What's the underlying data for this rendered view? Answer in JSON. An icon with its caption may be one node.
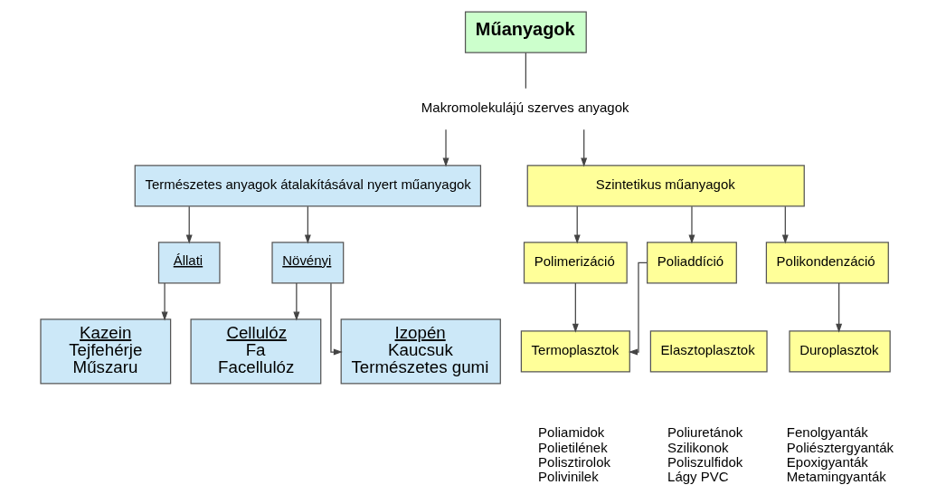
{
  "diagram": {
    "nodes": [
      {
        "text": [
          "Műanyagok"
        ]
      },
      {
        "text": [
          "Makromolekulájú szerves anyagok"
        ]
      },
      {
        "text": [
          "Természetes anyagok átalakításával nyert műanyagok"
        ]
      },
      {
        "text": [
          "Szintetikus műanyagok"
        ]
      },
      {
        "text": [
          "Állati"
        ]
      },
      {
        "text": [
          "Növényi"
        ]
      },
      {
        "text": [
          "Polimerizáció"
        ]
      },
      {
        "text": [
          "Poliaddíció"
        ]
      },
      {
        "text": [
          "Polikondenzáció"
        ]
      },
      {
        "text": [
          "Kazein",
          "Tejfehérje",
          "Műszaru"
        ]
      },
      {
        "text": [
          "Cellulóz",
          "Fa",
          "Facellulóz"
        ]
      },
      {
        "text": [
          "Izopén",
          "Kaucsuk",
          "Természetes gumi"
        ]
      },
      {
        "text": [
          "Termoplasztok"
        ],
        "beside": [
          "Poliamidok",
          "Polietilének",
          "Polisztirolok",
          "Polivinilek"
        ]
      },
      {
        "text": [
          "Elasztoplasztok"
        ],
        "beside": [
          "Poliuretánok",
          "Szilikonok",
          "Poliszulfidok",
          "Lágy PVC"
        ]
      },
      {
        "text": [
          "Duroplasztok"
        ],
        "beside": [
          "Fenolgyanták",
          "Poliésztergyanták",
          "Epoxigyanták",
          "Metamingyanták"
        ]
      }
    ],
    "edges": [
      {
        "from": 0,
        "to": 1,
        "arrow": "none"
      },
      {
        "from": 1,
        "to": 2,
        "arrow": "to"
      },
      {
        "from": 1,
        "to": 3,
        "arrow": "to"
      },
      {
        "from": 2,
        "to": 4,
        "arrow": "to"
      },
      {
        "from": 2,
        "to": 5,
        "arrow": "to"
      },
      {
        "from": 3,
        "to": 6,
        "arrow": "to"
      },
      {
        "from": 3,
        "to": 7,
        "arrow": "to"
      },
      {
        "from": 3,
        "to": 8,
        "arrow": "to"
      },
      {
        "from": 4,
        "to": 9,
        "arrow": "to"
      },
      {
        "from": 5,
        "to": 10,
        "arrow": "to"
      },
      {
        "from": 5,
        "to": 11,
        "arrow": "to"
      },
      {
        "from": 6,
        "to": 12,
        "arrow": "to"
      },
      {
        "from": 7,
        "to": 12,
        "arrow": "to"
      },
      {
        "from": 8,
        "to": 14,
        "arrow": "to"
      }
    ]
  }
}
